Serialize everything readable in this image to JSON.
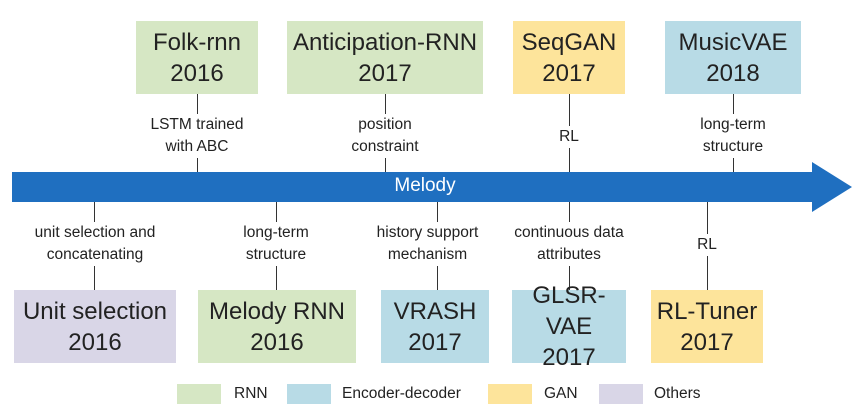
{
  "colors": {
    "rnn": "#d6e7c4",
    "encoder_decoder": "#b8dbe6",
    "gan": "#fde49b",
    "others": "#d9d6e7",
    "arrow": "#1f6fc0"
  },
  "axis": {
    "label": "Melody"
  },
  "top_models": [
    {
      "name": "Folk-rnn",
      "year": "2016",
      "note": "LSTM trained\nwith ABC"
    },
    {
      "name": "Anticipation-RNN",
      "year": "2017",
      "note": "position\nconstraint"
    },
    {
      "name": "SeqGAN",
      "year": "2017",
      "note": "RL"
    },
    {
      "name": "MusicVAE",
      "year": "2018",
      "note": "long-term\nstructure"
    }
  ],
  "bottom_models": [
    {
      "name": "Unit selection",
      "year": "2016",
      "note": "unit selection and\nconcatenating"
    },
    {
      "name": "Melody RNN",
      "year": "2016",
      "note": "long-term\nstructure"
    },
    {
      "name": "VRASH",
      "year": "2017",
      "note": "history support\nmechanism"
    },
    {
      "name": "GLSR-VAE",
      "year": "2017",
      "note": "continuous data\nattributes"
    },
    {
      "name": "RL-Tuner",
      "year": "2017",
      "note": "RL"
    }
  ],
  "legend": [
    {
      "label": "RNN",
      "color": "#d6e7c4"
    },
    {
      "label": "Encoder-decoder",
      "color": "#b8dbe6"
    },
    {
      "label": "GAN",
      "color": "#fde49b"
    },
    {
      "label": "Others",
      "color": "#d9d6e7"
    }
  ]
}
